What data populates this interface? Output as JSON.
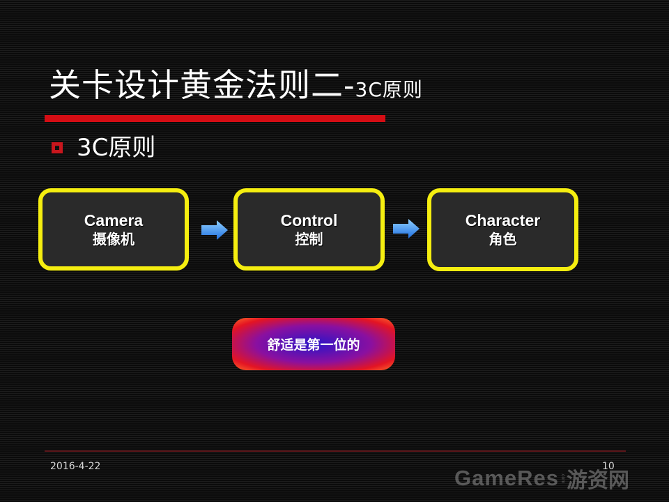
{
  "slide": {
    "title_main": "关卡设计黄金法则二-",
    "title_suffix": "3C原则",
    "bullet": "3C原则",
    "date": "2016-4-22",
    "page_number": "10"
  },
  "flow": [
    {
      "en": "Camera",
      "cn": "摄像机"
    },
    {
      "en": "Control",
      "cn": "控制"
    },
    {
      "en": "Character",
      "cn": "角色"
    }
  ],
  "callout": "舒适是第一位的",
  "watermark": {
    "brand": "GameRes",
    "domain": ".com",
    "cn": "游资网"
  },
  "colors": {
    "title_underline": "#d40d14",
    "box_border": "#f5ee10",
    "arrow": "#3a8ff0",
    "bullet": "#c8161d"
  },
  "icons": {
    "bullet": "hollow-square",
    "arrows": "right-arrow"
  }
}
